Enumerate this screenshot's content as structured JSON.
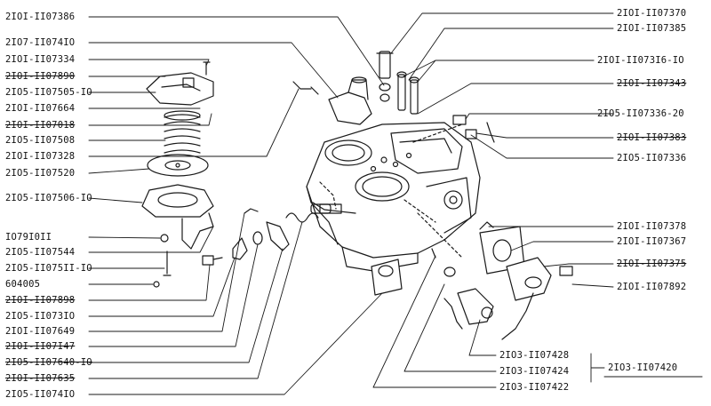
{
  "left_labels": [
    {
      "text": "2IOI-II07386",
      "strike": false
    },
    {
      "text": "2IO7-II074IO",
      "strike": false
    },
    {
      "text": "2IOI-II07334",
      "strike": false
    },
    {
      "text": "2IOI-II07890",
      "strike": true
    },
    {
      "text": "2IO5-II07505-IO",
      "strike": false
    },
    {
      "text": "2IOI-II07664",
      "strike": false
    },
    {
      "text": "2IOI-II07018",
      "strike": true
    },
    {
      "text": "2IO5-II07508",
      "strike": false
    },
    {
      "text": "2IOI-II07328",
      "strike": false
    },
    {
      "text": "2IO5-II07520",
      "strike": false
    },
    {
      "text": "2IO5-II07506-IO",
      "strike": false
    },
    {
      "text": "IO79I0II",
      "strike": false
    },
    {
      "text": "2IO5-II07544",
      "strike": false
    },
    {
      "text": "2IO5-II075II-IO",
      "strike": false
    },
    {
      "text": "604005",
      "strike": false
    },
    {
      "text": "2IOI-II07898",
      "strike": true
    },
    {
      "text": "2IO5-II073IO",
      "strike": false
    },
    {
      "text": "2IOI-II07649",
      "strike": false
    },
    {
      "text": "2IOI-II07I47",
      "strike": true
    },
    {
      "text": "2IO5-II07640-IO",
      "strike": true
    },
    {
      "text": "2IOI-II07635",
      "strike": true
    },
    {
      "text": "2IO5-II074IO",
      "strike": false
    }
  ],
  "right_labels": [
    {
      "text": "2IOI-II07370",
      "strike": false
    },
    {
      "text": "2IOI-II07385",
      "strike": false
    },
    {
      "text": "2IOI-II073I6-IO",
      "strike": false
    },
    {
      "text": "2IOI-II07343",
      "strike": true
    },
    {
      "text": "2IO5-II07336-20",
      "strike": false
    },
    {
      "text": "2IOI-II07383",
      "strike": true
    },
    {
      "text": "2IO5-II07336",
      "strike": false
    },
    {
      "text": "2IOI-II07378",
      "strike": false
    },
    {
      "text": "2IOI-II07367",
      "strike": false
    },
    {
      "text": "2IOI-II07375",
      "strike": true
    },
    {
      "text": "2IOI-II07892",
      "strike": false
    }
  ],
  "bottom_labels": [
    {
      "text": "2IO3-II07428",
      "strike": false
    },
    {
      "text": "2IO3-II07424",
      "strike": false
    },
    {
      "text": "2IO3-II07422",
      "strike": false
    }
  ],
  "group_label": {
    "text": "2IO3-II07420"
  }
}
